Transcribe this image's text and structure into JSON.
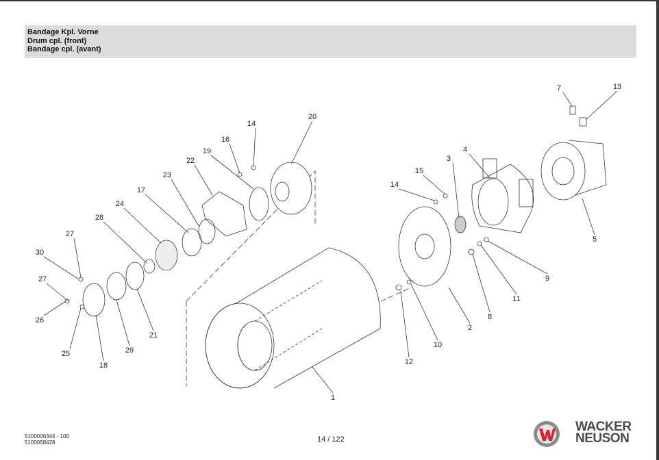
{
  "header": {
    "title_de": "Bandage Kpl. Vorne",
    "title_en": "Drum cpl. (front)",
    "title_fr": "Bandage cpl. (avant)"
  },
  "diagram": {
    "callouts": [
      "1",
      "2",
      "3",
      "4",
      "5",
      "7",
      "8",
      "9",
      "10",
      "11",
      "12",
      "13",
      "14",
      "14",
      "15",
      "16",
      "17",
      "18",
      "19",
      "20",
      "21",
      "22",
      "23",
      "24",
      "25",
      "26",
      "27",
      "27",
      "28",
      "29",
      "30"
    ]
  },
  "footer": {
    "doc_number_1": "5100006344 - 100",
    "doc_number_2": "5100058428",
    "page": "14 / 122",
    "brand_line1": "WACKER",
    "brand_line2": "NEUSON"
  },
  "colors": {
    "header_bg": "#dcdcdc",
    "logo_red": "#d9232e",
    "logo_gray": "#8a8a8a"
  }
}
